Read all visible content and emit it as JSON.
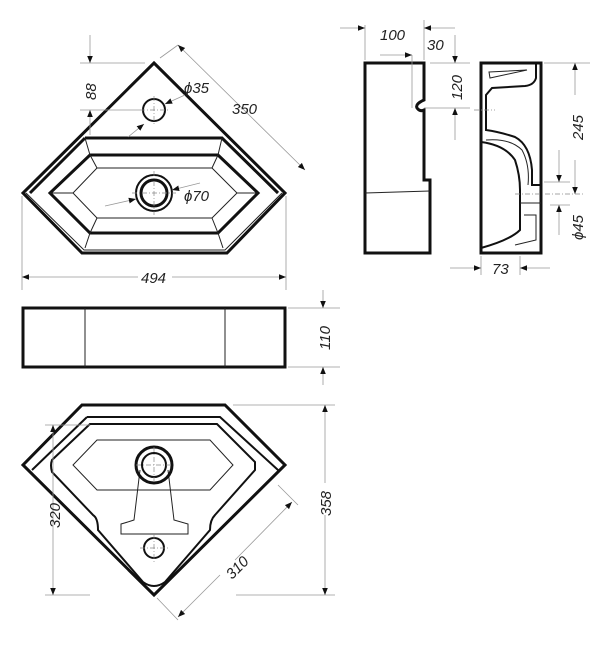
{
  "drawing": {
    "top_view": {
      "dim_width": "494",
      "dim_side": "350",
      "dim_tap_offset": "88",
      "dim_tap_hole": "ϕ35",
      "dim_drain": "ϕ70"
    },
    "front_view": {
      "dim_height": "110"
    },
    "side_view_left": {
      "dim_depth": "100",
      "dim_lip": "30",
      "dim_notch": "120"
    },
    "side_view_section": {
      "dim_height": "245",
      "dim_outlet": "ϕ45",
      "dim_outlet_depth": "73"
    },
    "bottom_view": {
      "dim_depth": "358",
      "dim_wall": "320",
      "dim_side": "310"
    }
  }
}
